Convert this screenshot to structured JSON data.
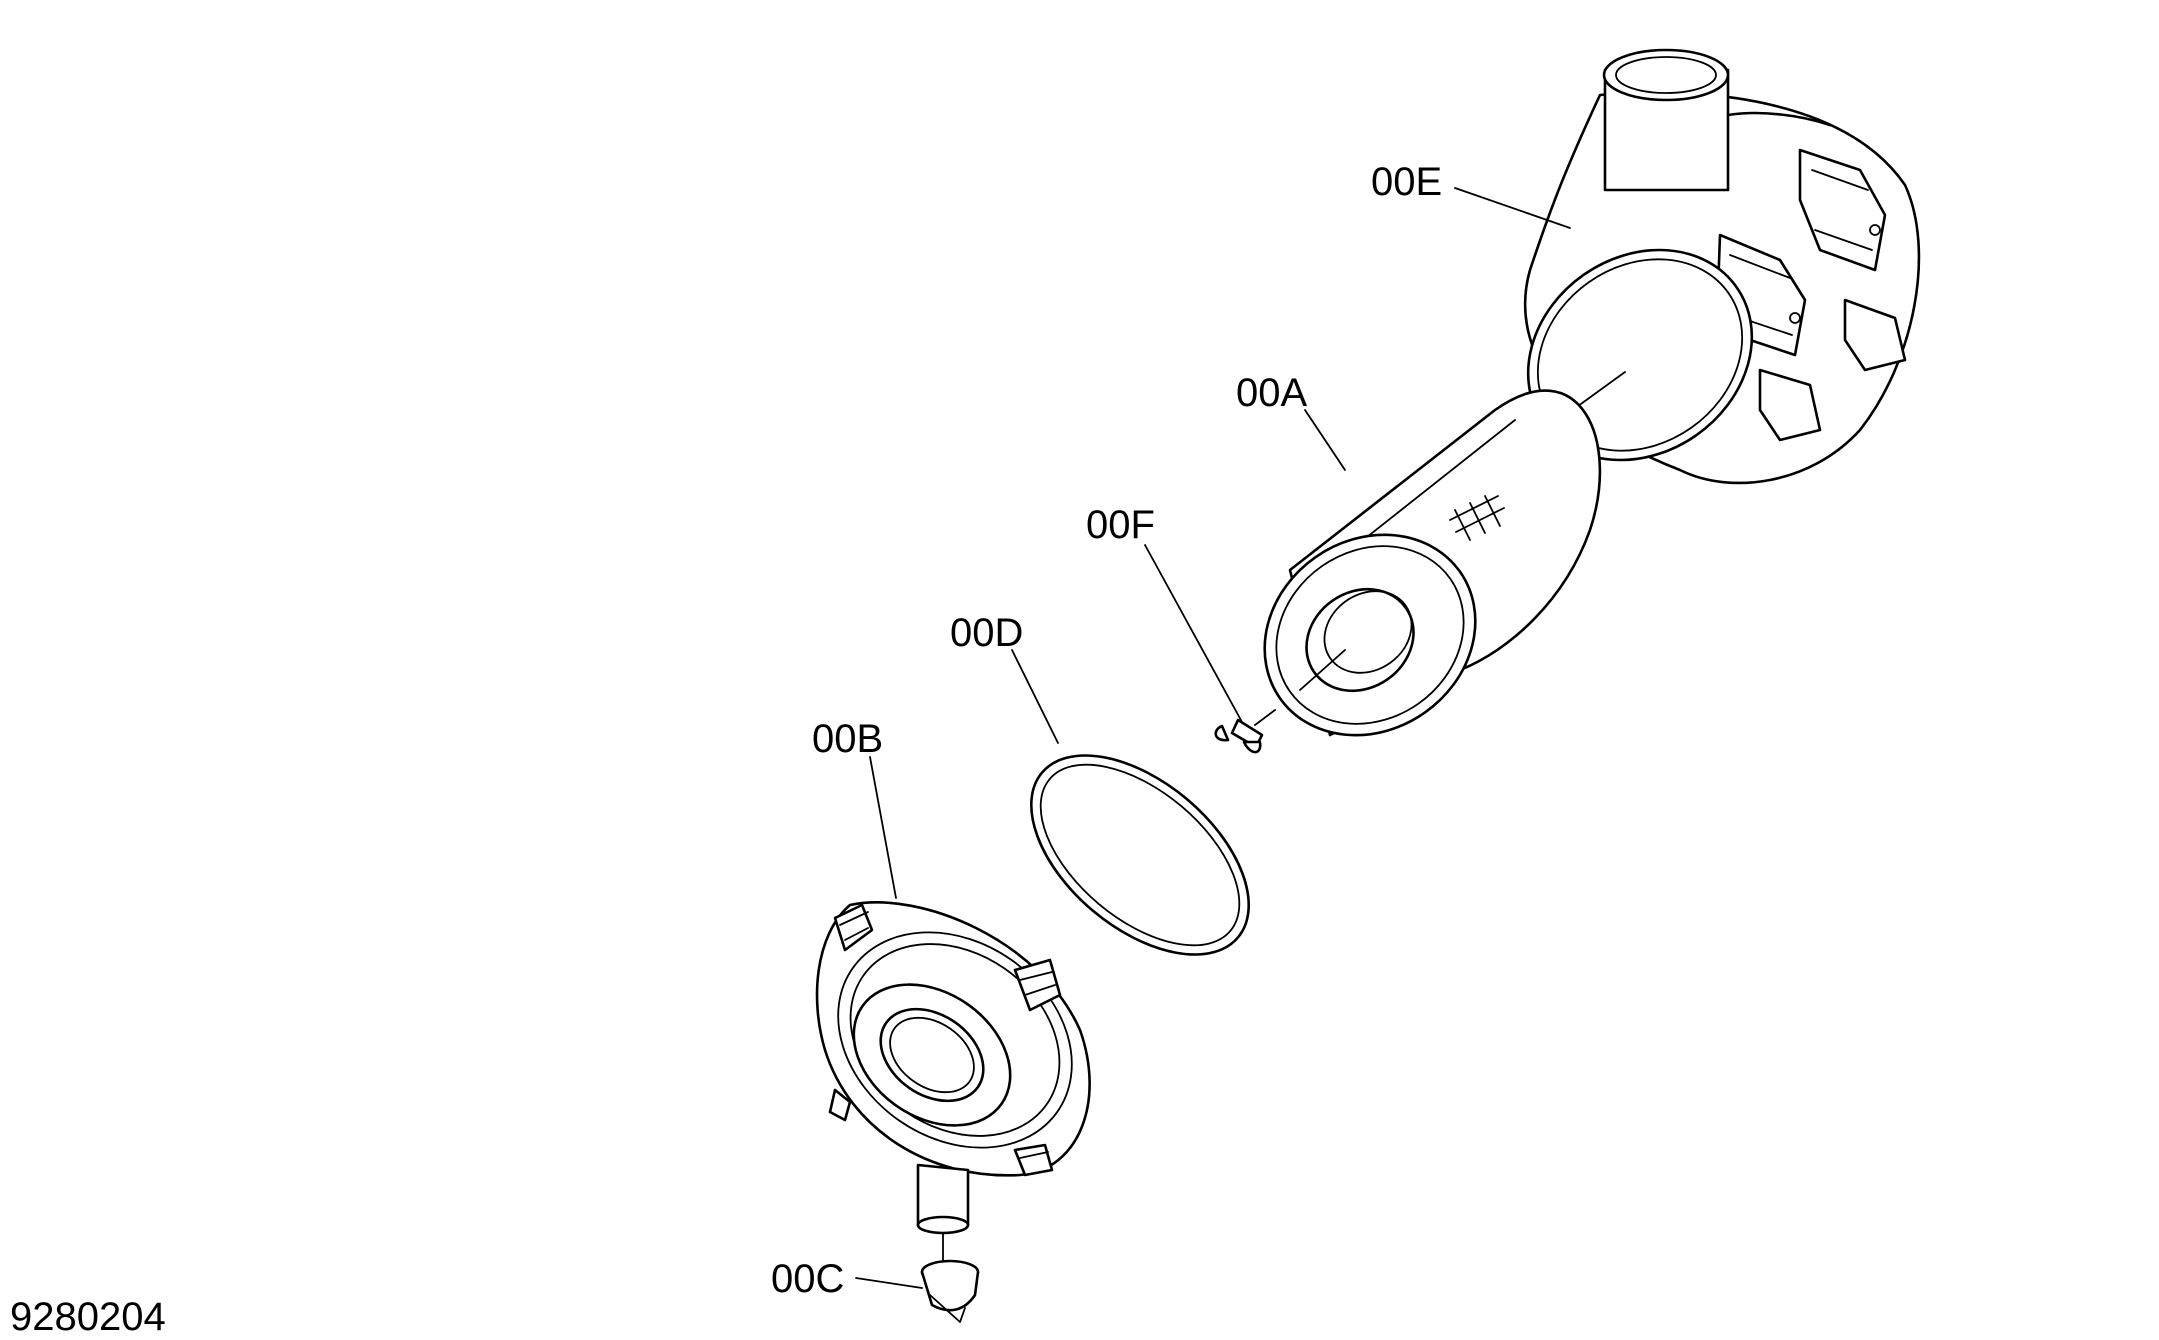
{
  "diagram_id": "9280204",
  "callouts": {
    "a": "00A",
    "b": "00B",
    "c": "00C",
    "d": "00D",
    "e": "00E",
    "f": "00F"
  }
}
